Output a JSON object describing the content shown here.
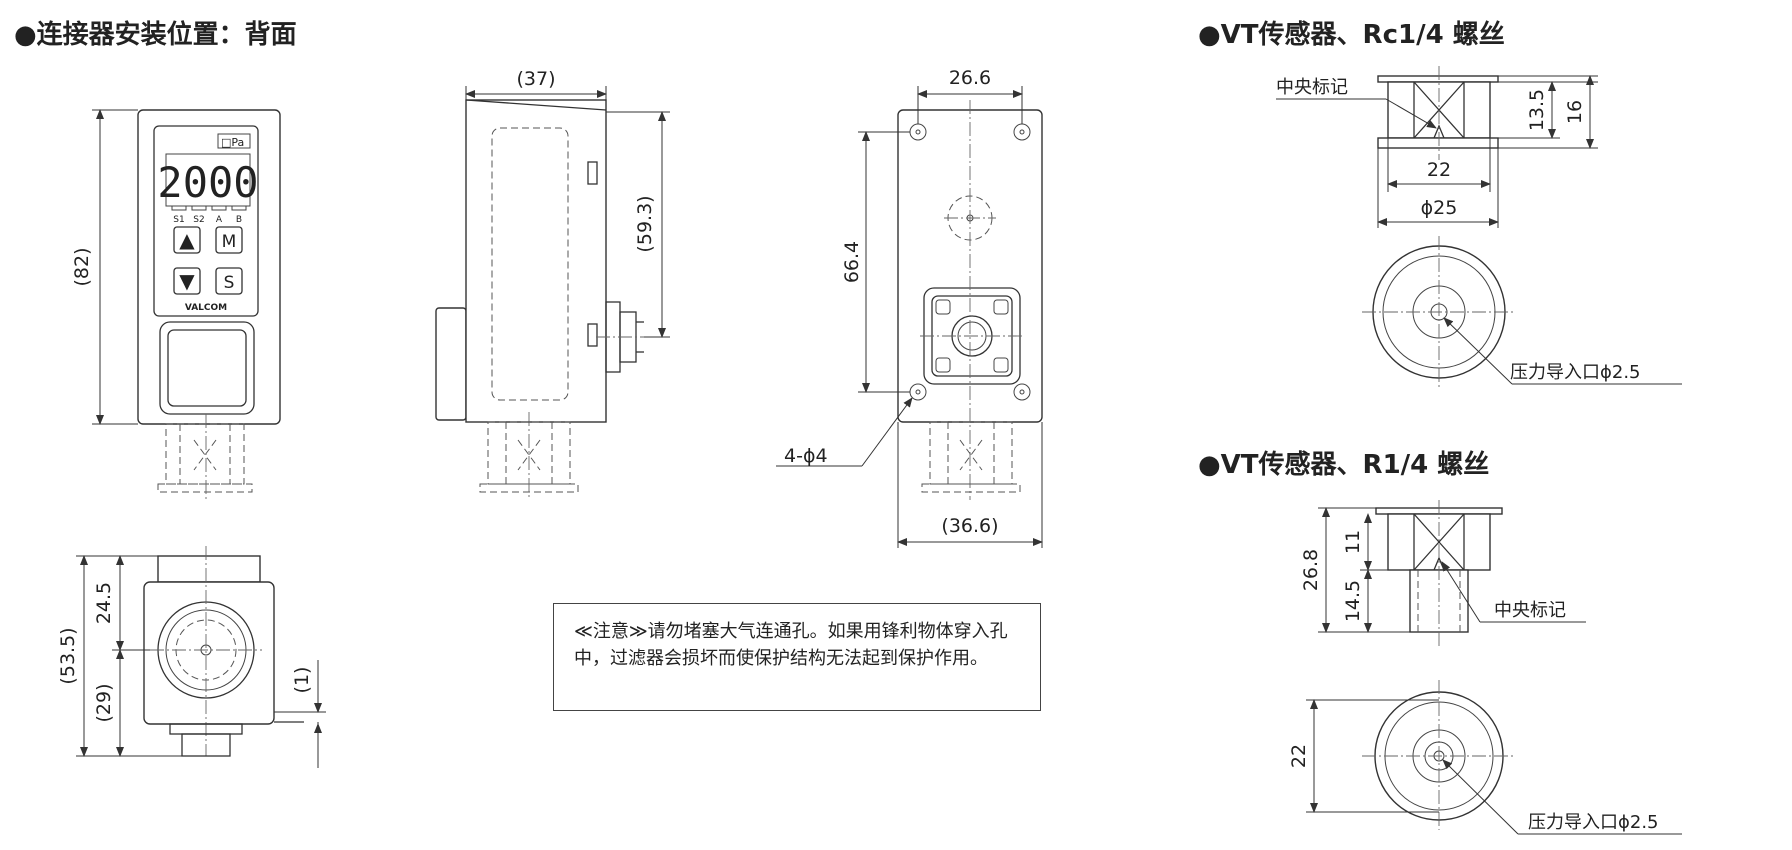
{
  "headings": {
    "connector": "●连接器安装位置：背面",
    "rc14": "●VT传感器、Rc1/4 螺丝",
    "r14": "●VT传感器、R1/4 螺丝"
  },
  "front_view": {
    "display_value": "2000",
    "unit_label": "□Pa",
    "indicators": [
      "S1",
      "S2",
      "A",
      "B"
    ],
    "buttons": {
      "up": "▲",
      "mode": "M",
      "down": "▼",
      "set": "S"
    },
    "brand": "VALCOM",
    "dim_height": "(82)"
  },
  "side_view": {
    "dim_width": "(37)",
    "dim_height": "(59.3)"
  },
  "back_view": {
    "dim_top": "26.6",
    "dim_height": "66.4",
    "dim_bottom": "(36.6)",
    "hole_label": "4-ϕ4"
  },
  "bottom_view": {
    "dim_total": "(53.5)",
    "dim_upper": "24.5",
    "dim_lower": "(29)",
    "dim_offset": "(1)"
  },
  "rc_view": {
    "center_mark": "中央标记",
    "dim_inner": "13.5",
    "dim_outer": "16",
    "dim_width": "22",
    "dim_dia": "ϕ25",
    "port_label": "压力导入口ϕ2.5"
  },
  "r_view": {
    "center_mark": "中央标记",
    "dim_total": "26.8",
    "dim_upper": "11",
    "dim_lower": "14.5",
    "dim_width": "22",
    "port_label": "压力导入口ϕ2.5"
  },
  "notice": "≪注意≫请勿堵塞大气连通孔。如果用锋利物体穿入孔中，过滤器会损坏而使保护结构无法起到保护作用。"
}
